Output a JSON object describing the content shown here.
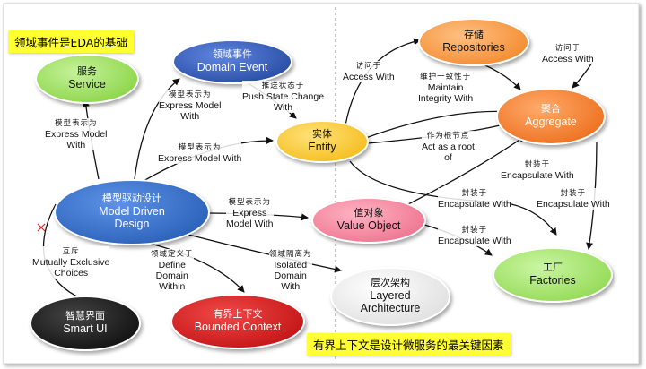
{
  "notes": {
    "top": "领域事件是EDA的基础",
    "bottom": "有界上下文是设计微服务的最关键因素"
  },
  "nodes": {
    "service": {
      "cn": "服务",
      "en": "Service"
    },
    "domain_event": {
      "cn": "领域事件",
      "en": "Domain Event"
    },
    "repositories": {
      "cn": "存储",
      "en": "Repositories"
    },
    "aggregate": {
      "cn": "聚合",
      "en": "Aggregate"
    },
    "entity": {
      "cn": "实体",
      "en": "Entity"
    },
    "mdd": {
      "cn": "模型驱动设计",
      "en1": "Model Driven",
      "en2": "Design"
    },
    "value_object": {
      "cn": "值对象",
      "en": "Value Object"
    },
    "factories": {
      "cn": "工厂",
      "en": "Factories"
    },
    "layered": {
      "cn": "层次架构",
      "en1": "Layered",
      "en2": "Architecture"
    },
    "smart_ui": {
      "cn": "智慧界面",
      "en": "Smart UI"
    },
    "bounded": {
      "cn": "有界上下文",
      "en": "Bounded Context"
    }
  },
  "labels": {
    "l_service": {
      "cn": "模型表示为",
      "en": [
        "Express Model",
        "With"
      ]
    },
    "l_event": {
      "cn": "模型表示为",
      "en": [
        "Express Model",
        "With"
      ]
    },
    "l_push": {
      "cn": "推送状态于",
      "en": [
        "Push State Change",
        "With"
      ]
    },
    "l_entity": {
      "cn": "模型表示为",
      "en": [
        "Express Model With"
      ]
    },
    "l_access1": {
      "cn": "访问于",
      "en": [
        "Access With"
      ]
    },
    "l_maintain": {
      "cn": "维护一致性于",
      "en": [
        "Maintain",
        "Integrity With"
      ]
    },
    "l_access2": {
      "cn": "访问于",
      "en": [
        "Access With"
      ]
    },
    "l_root": {
      "cn": "作为根节点",
      "en": [
        "Act as a root",
        "of"
      ]
    },
    "l_encap1": {
      "cn": "封装于",
      "en": [
        "Encapsulate With"
      ]
    },
    "l_encap2": {
      "cn": "封装于",
      "en": [
        "Encapsulate With"
      ]
    },
    "l_encap3": {
      "cn": "封装于",
      "en": [
        "Encapsulate With"
      ]
    },
    "l_encap4": {
      "cn": "封装于",
      "en": [
        "Encapsulate With"
      ]
    },
    "l_vo": {
      "cn": "模型表示为",
      "en": [
        "Express",
        "Model With"
      ]
    },
    "l_mutual": {
      "cn": "互斥",
      "en": [
        "Mutually Exclusive",
        "Choices"
      ]
    },
    "l_define": {
      "cn": "领域定义于",
      "en": [
        "Define",
        "Domain",
        "Within"
      ]
    },
    "l_isolated": {
      "cn": "领域隔离为",
      "en": [
        "Isolated",
        "Domain",
        "With"
      ]
    }
  },
  "colors": {
    "service": "#8fdc4a",
    "domain_event": "#2d56b8",
    "repositories": "#f28a2a",
    "aggregate": "#f0731e",
    "entity": "#f7c21c",
    "mdd": "#2f6bc1",
    "value_object": "#f07a93",
    "factories": "#9ade5a",
    "layered": "#e8e8e8",
    "smart_ui": "#111111",
    "bounded": "#cc1111",
    "note_bg": "#ffff33"
  }
}
